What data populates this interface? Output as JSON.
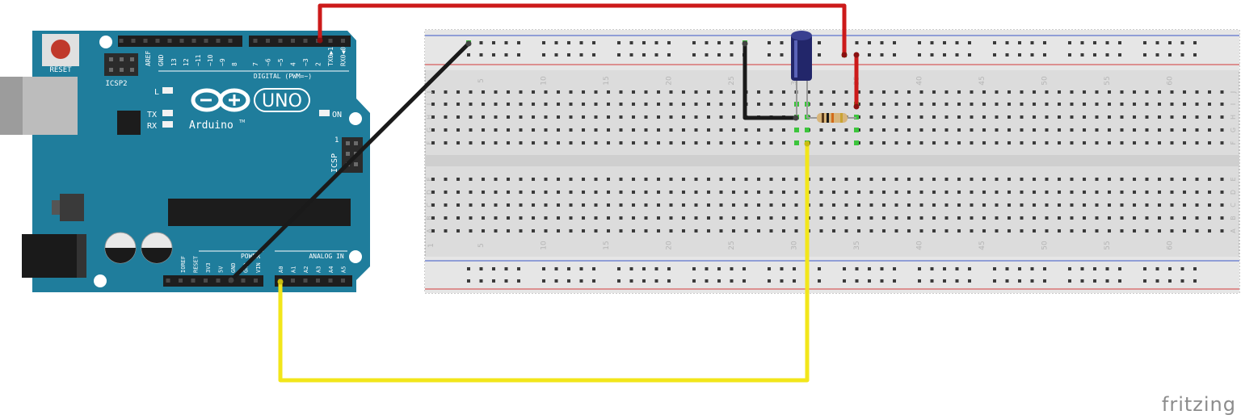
{
  "arduino": {
    "reset_label": "RESET",
    "icsp2_label": "ICSP2",
    "aref_label": "AREF",
    "gnd_label": "GND",
    "pin_labels_left": [
      "13",
      "12",
      "~11",
      "~10",
      "~9",
      "8"
    ],
    "pin_labels_right": [
      "7",
      "~6",
      "~5",
      "4",
      "~3",
      "2",
      "TX0▶1",
      "RX0◀0"
    ],
    "digital_label": "DIGITAL (PWM=~)",
    "l_label": "L",
    "tx_label": "TX",
    "rx_label": "RX",
    "on_label": "ON",
    "uno_label": "UNO",
    "brand_label": "Arduino",
    "tm_label": "TM",
    "icsp_label": "ICSP",
    "icsp_pin_label": "1",
    "power_label": "POWER",
    "power_pins": [
      "IOREF",
      "RESET",
      "3V3",
      "5V",
      "GND",
      "GND",
      "VIN"
    ],
    "analog_label": "ANALOG IN",
    "analog_pins": [
      "A0",
      "A1",
      "A2",
      "A3",
      "A4",
      "A5"
    ],
    "board_color": "#1f7d9c"
  },
  "breadboard": {
    "column_numbers": [
      "1",
      "5",
      "10",
      "15",
      "20",
      "25",
      "30",
      "35",
      "40",
      "45",
      "50",
      "55",
      "60"
    ],
    "row_letters_top": [
      "J",
      "I",
      "H",
      "G",
      "F"
    ],
    "row_letters_bottom": [
      "E",
      "D",
      "C",
      "B",
      "A"
    ]
  },
  "wires": {
    "red_color": "#cc1a1a",
    "black_color": "#1a1a1a",
    "yellow_color": "#f2e61a"
  },
  "footer": {
    "brand": "fritzing"
  }
}
